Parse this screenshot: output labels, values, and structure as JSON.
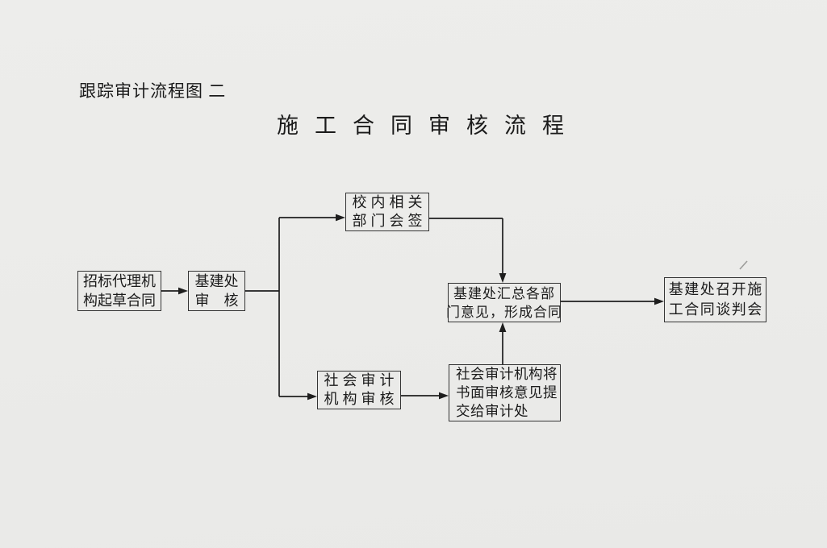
{
  "document": {
    "figure_label": "跟踪审计流程图 二",
    "title": "施工合同审核流程"
  },
  "colors": {
    "paper": "#ebebe9",
    "ink": "#1b1b1b",
    "box_border": "#343434"
  },
  "flowchart": {
    "nodes": {
      "draft": {
        "lines": [
          "招标代理机",
          "构起草合同"
        ]
      },
      "review": {
        "lines": [
          "基建处",
          "审　核"
        ]
      },
      "countersign": {
        "lines": [
          "校内相关",
          "部门会签"
        ]
      },
      "social": {
        "lines": [
          "社会审计",
          "机构审核"
        ]
      },
      "submit": {
        "lines": [
          "社会审计机构将",
          "书面审核意见提",
          "交给审计处"
        ]
      },
      "summary": {
        "lines": [
          "基建处汇总各部",
          "门意见，形成合同"
        ]
      },
      "meeting": {
        "lines": [
          "基建处召开施",
          "工合同谈判会"
        ]
      }
    },
    "edges": [
      {
        "from": "draft",
        "to": "review"
      },
      {
        "from": "review",
        "to": "countersign"
      },
      {
        "from": "review",
        "to": "social"
      },
      {
        "from": "countersign",
        "to": "summary"
      },
      {
        "from": "social",
        "to": "submit"
      },
      {
        "from": "submit",
        "to": "summary"
      },
      {
        "from": "summary",
        "to": "meeting"
      }
    ]
  }
}
